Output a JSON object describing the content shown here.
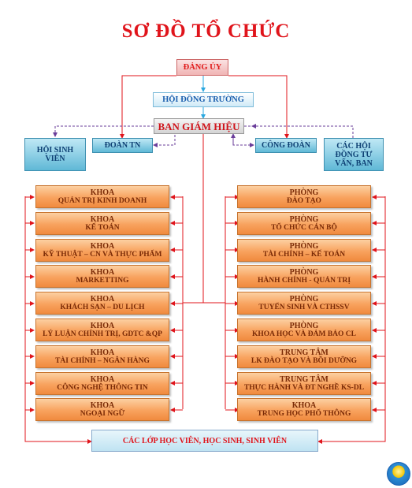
{
  "title": "SƠ ĐỒ TỔ CHỨC",
  "dang_uy": "ĐẢNG ỦY",
  "hoi_dong_truong": "HỘI ĐỒNG TRƯỜNG",
  "ban_giam_hieu": "BAN GIÁM HIỆU",
  "hoi_sinh_vien": [
    "HỘI SINH",
    "VIÊN"
  ],
  "doan_tn": "ĐOÀN TN",
  "cong_doan": "CÔNG ĐOÀN",
  "cac_hoi_dong": [
    "CÁC HỘI",
    "ĐỒNG TƯ",
    "VẤN, BAN"
  ],
  "left_units": [
    {
      "l1": "KHOA",
      "l2": "QUẢN TRỊ KINH DOANH"
    },
    {
      "l1": "KHOA",
      "l2": "KẾ TOÁN"
    },
    {
      "l1": "KHOA",
      "l2": "KỸ THUẬT – CN VÀ THỰC PHẨM"
    },
    {
      "l1": "KHOA",
      "l2": "MARKETTING"
    },
    {
      "l1": "KHOA",
      "l2": "KHÁCH SẠN – DU LỊCH"
    },
    {
      "l1": "KHOA",
      "l2": "LÝ LUẬN CHÍNH TRỊ, GDTC &QP"
    },
    {
      "l1": "KHOA",
      "l2": "TÀI CHÍNH – NGÂN HÀNG"
    },
    {
      "l1": "KHOA",
      "l2": "CÔNG NGHỆ THÔNG TIN"
    },
    {
      "l1": "KHOA",
      "l2": "NGOẠI NGỮ"
    }
  ],
  "right_units": [
    {
      "l1": "PHÒNG",
      "l2": "ĐÀO TẠO"
    },
    {
      "l1": "PHÒNG",
      "l2": "TỔ CHỨC CÁN BỘ"
    },
    {
      "l1": "PHÒNG",
      "l2": "TÀI CHÍNH – KẾ TOÁN"
    },
    {
      "l1": "PHÒNG",
      "l2": "HÀNH CHÍNH - QUẢN TRỊ"
    },
    {
      "l1": "PHÒNG",
      "l2": "TUYỂN SINH VÀ CTHSSV"
    },
    {
      "l1": "PHÒNG",
      "l2": "KHOA HỌC VÀ ĐẢM BẢO CL"
    },
    {
      "l1": "TRUNG TÂM",
      "l2": "LK ĐÀO TẠO VÀ BỒI DƯỠNG"
    },
    {
      "l1": "TRUNG TÂM",
      "l2": "THỰC HÀNH VÀ ĐT NGHỀ KS-DL"
    },
    {
      "l1": "KHOA",
      "l2": "TRUNG HỌC PHỔ THÔNG"
    }
  ],
  "footer": "CÁC LỚP HỌC VIÊN, HỌC SINH, SINH VIÊN",
  "colors": {
    "red": "#e0141b",
    "blue": "#2aa8e0",
    "purple": "#6a3d9a",
    "orange": "#f8a25e"
  }
}
